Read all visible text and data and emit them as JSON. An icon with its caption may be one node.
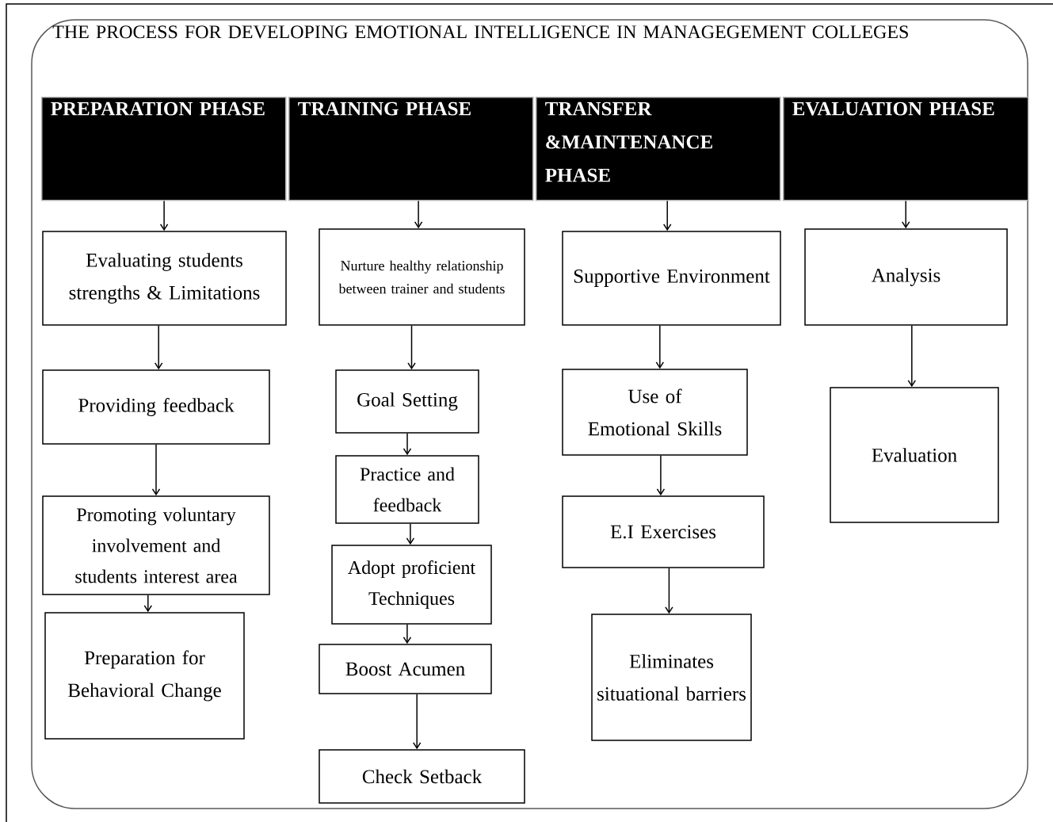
{
  "diagram": {
    "title": "THE PROCESS FOR DEVELOPING EMOTIONAL INTELLIGENCE IN MANAGEGEMENT COLLEGES",
    "nodes": [
      {
        "text": [
          "PREPARATION PHASE"
        ]
      },
      {
        "text": [
          "TRAINING PHASE"
        ]
      },
      {
        "text": [
          "TRANSFER &MAINTENANCE PHASE"
        ]
      },
      {
        "text": [
          "EVALUATION PHASE"
        ]
      },
      {
        "text": [
          "Evaluating students strengths & Limitations"
        ]
      },
      {
        "text": [
          "Providing feedback"
        ]
      },
      {
        "text": [
          "Promoting voluntary involvement and students interest area"
        ]
      },
      {
        "text": [
          "Preparation for Behavioral Change"
        ]
      },
      {
        "text": [
          "Nurture healthy relationship between trainer and students"
        ]
      },
      {
        "text": [
          "Goal Setting"
        ]
      },
      {
        "text": [
          "Practice and feedback"
        ]
      },
      {
        "text": [
          "Adopt proficient Techniques"
        ]
      },
      {
        "text": [
          "Boost Acumen"
        ]
      },
      {
        "text": [
          "Check Setback"
        ]
      },
      {
        "text": [
          "Supportive Environment"
        ]
      },
      {
        "text": [
          "Use of Emotional Skills"
        ]
      },
      {
        "text": [
          "E.I Exercises"
        ]
      },
      {
        "text": [
          "Eliminates situational barriers"
        ]
      },
      {
        "text": [
          "Analysis"
        ]
      },
      {
        "text": [
          "Evaluation"
        ]
      }
    ],
    "edges": [
      {
        "from": 0,
        "to": 4,
        "arrow": "to"
      },
      {
        "from": 4,
        "to": 5,
        "arrow": "to"
      },
      {
        "from": 5,
        "to": 6,
        "arrow": "to"
      },
      {
        "from": 6,
        "to": 7,
        "arrow": "to"
      },
      {
        "from": 1,
        "to": 8,
        "arrow": "to"
      },
      {
        "from": 8,
        "to": 9,
        "arrow": "to"
      },
      {
        "from": 9,
        "to": 10,
        "arrow": "to"
      },
      {
        "from": 10,
        "to": 11,
        "arrow": "to"
      },
      {
        "from": 11,
        "to": 12,
        "arrow": "to"
      },
      {
        "from": 12,
        "to": 13,
        "arrow": "to"
      },
      {
        "from": 2,
        "to": 14,
        "arrow": "to"
      },
      {
        "from": 14,
        "to": 15,
        "arrow": "to"
      },
      {
        "from": 15,
        "to": 16,
        "arrow": "to"
      },
      {
        "from": 16,
        "to": 17,
        "arrow": "to"
      },
      {
        "from": 3,
        "to": 18,
        "arrow": "to"
      },
      {
        "from": 18,
        "to": 19,
        "arrow": "to"
      }
    ]
  }
}
